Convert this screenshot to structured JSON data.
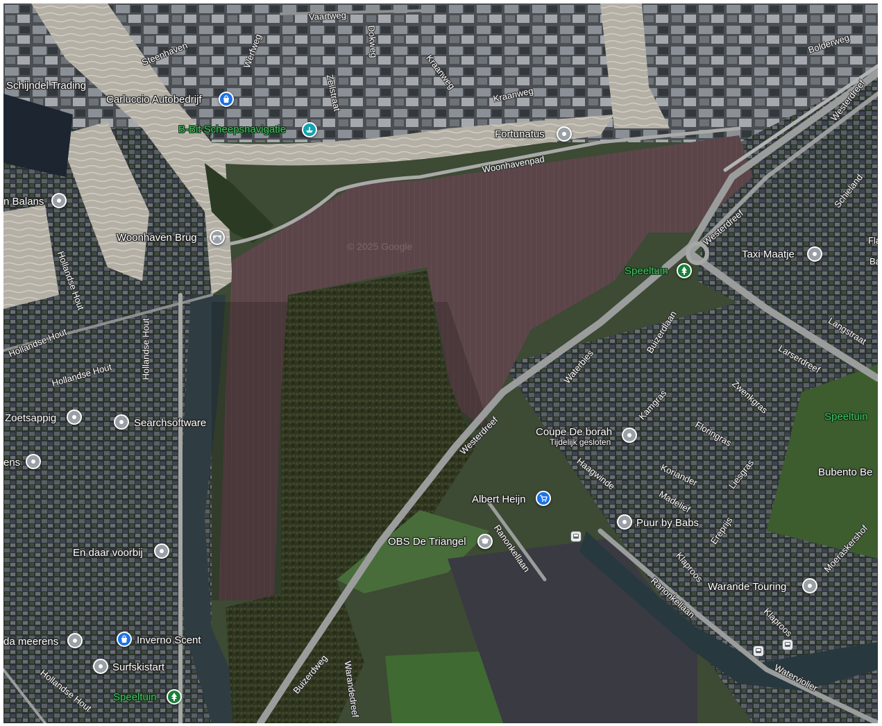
{
  "map": {
    "watermark": "© 2025 Google",
    "places": [
      {
        "key": "schijndel",
        "label": "Schijndel Trading"
      },
      {
        "key": "carluccio",
        "label": "Carluccio Autobedrijf",
        "icon": "shopping-bag-icon"
      },
      {
        "key": "bbit",
        "label": "B-Bit Scheepsnavigatie",
        "icon": "boat-icon"
      },
      {
        "key": "fortunatus",
        "label": "Fortunatus",
        "icon": "place-pin-icon"
      },
      {
        "key": "balans",
        "label": "n Balans",
        "icon": "place-pin-icon"
      },
      {
        "key": "woonhaven_brug",
        "label": "Woonhaven Brug",
        "icon": "bridge-icon"
      },
      {
        "key": "speeltuin_1",
        "label": "Speeltuin",
        "icon": "tree-icon"
      },
      {
        "key": "taxi",
        "label": "Taxi Maatje",
        "icon": "place-pin-icon"
      },
      {
        "key": "zoetsappig",
        "label": "Zoetsappig",
        "icon": "place-pin-icon"
      },
      {
        "key": "searchsoftware",
        "label": "Searchsoftware",
        "icon": "place-pin-icon"
      },
      {
        "key": "ens",
        "label": "ens",
        "icon": "place-pin-icon"
      },
      {
        "key": "coupe",
        "label": "Coupe De borah",
        "sub": "Tijdelijk gesloten",
        "icon": "place-pin-icon"
      },
      {
        "key": "speeltuin_2",
        "label": "Speeltuin",
        "icon": "tree-icon"
      },
      {
        "key": "bubento",
        "label": "Bubento Be"
      },
      {
        "key": "albert",
        "label": "Albert Heijn",
        "icon": "shopping-cart-icon"
      },
      {
        "key": "puur",
        "label": "Puur by Babs",
        "icon": "place-pin-icon"
      },
      {
        "key": "obs",
        "label": "OBS De Triangel",
        "icon": "school-icon"
      },
      {
        "key": "en_daar",
        "label": "En daar voorbij",
        "icon": "place-pin-icon"
      },
      {
        "key": "warande",
        "label": "Warande Touring",
        "icon": "place-pin-icon"
      },
      {
        "key": "meerens",
        "label": "da meerens",
        "icon": "place-pin-icon"
      },
      {
        "key": "inverno",
        "label": "Inverno Scent",
        "icon": "shopping-bag-icon"
      },
      {
        "key": "surfski",
        "label": "Surfskistart",
        "icon": "place-pin-icon"
      },
      {
        "key": "speeltuin_3",
        "label": "Speeltuin",
        "icon": "tree-icon"
      }
    ],
    "roads": [
      {
        "key": "vaartweg",
        "label": "Vaartweg"
      },
      {
        "key": "dokweg",
        "label": "Dokweg"
      },
      {
        "key": "werfweg",
        "label": "Werfweg"
      },
      {
        "key": "steenhaven",
        "label": "Steenhaven"
      },
      {
        "key": "zeilstraat",
        "label": "Zeilstraat"
      },
      {
        "key": "kraanweg_1",
        "label": "Kraanweg"
      },
      {
        "key": "kraanweg_2",
        "label": "Kraanweg"
      },
      {
        "key": "bolderweg",
        "label": "Bolderweg"
      },
      {
        "key": "westerdreef_ne",
        "label": "Westerdreef"
      },
      {
        "key": "woonhavenpad",
        "label": "Woonhavenpad"
      },
      {
        "key": "schieland",
        "label": "Schieland"
      },
      {
        "key": "fla",
        "label": "Fla"
      },
      {
        "key": "ba",
        "label": "Ba"
      },
      {
        "key": "westerdreef_mid",
        "label": "Westerdreef"
      },
      {
        "key": "langstraat",
        "label": "Langstraat"
      },
      {
        "key": "larserdreef",
        "label": "Larserdreef"
      },
      {
        "key": "hollandse_hout_1",
        "label": "Hollandse Hout"
      },
      {
        "key": "hollandse_hout_2",
        "label": "Hollandse Hout"
      },
      {
        "key": "hollandse_hout_3",
        "label": "Hollandse Hout"
      },
      {
        "key": "hollandse_hout_4",
        "label": "Hollandse Hout"
      },
      {
        "key": "hollandse_hout_5",
        "label": "Hollandse Hout"
      },
      {
        "key": "buizerdlaan",
        "label": "Buizerdlaan"
      },
      {
        "key": "waterbies",
        "label": "Waterbies"
      },
      {
        "key": "zwenkgras",
        "label": "Zwenkgras"
      },
      {
        "key": "kamgras",
        "label": "Kamgras"
      },
      {
        "key": "floringras",
        "label": "Floringras"
      },
      {
        "key": "westerdreef_sw",
        "label": "Westerdreef"
      },
      {
        "key": "haagwinde",
        "label": "Haagwinde"
      },
      {
        "key": "koriander",
        "label": "Koriander"
      },
      {
        "key": "liesgras",
        "label": "Liesgras"
      },
      {
        "key": "madelief",
        "label": "Madelief"
      },
      {
        "key": "ranonkellaan_1",
        "label": "Ranonkellaan"
      },
      {
        "key": "ereprijs",
        "label": "Ereprijs"
      },
      {
        "key": "moeraskers",
        "label": "Moeraskershof"
      },
      {
        "key": "klaproos_1",
        "label": "Klaproos"
      },
      {
        "key": "ranonkellaan_2",
        "label": "Ranonkellaan"
      },
      {
        "key": "klaproos_2",
        "label": "Klaproos"
      },
      {
        "key": "waterviolier",
        "label": "Waterviolier"
      },
      {
        "key": "buizerdweg",
        "label": "Buizerdweg"
      },
      {
        "key": "warandedreef",
        "label": "Warandedreef"
      }
    ]
  }
}
